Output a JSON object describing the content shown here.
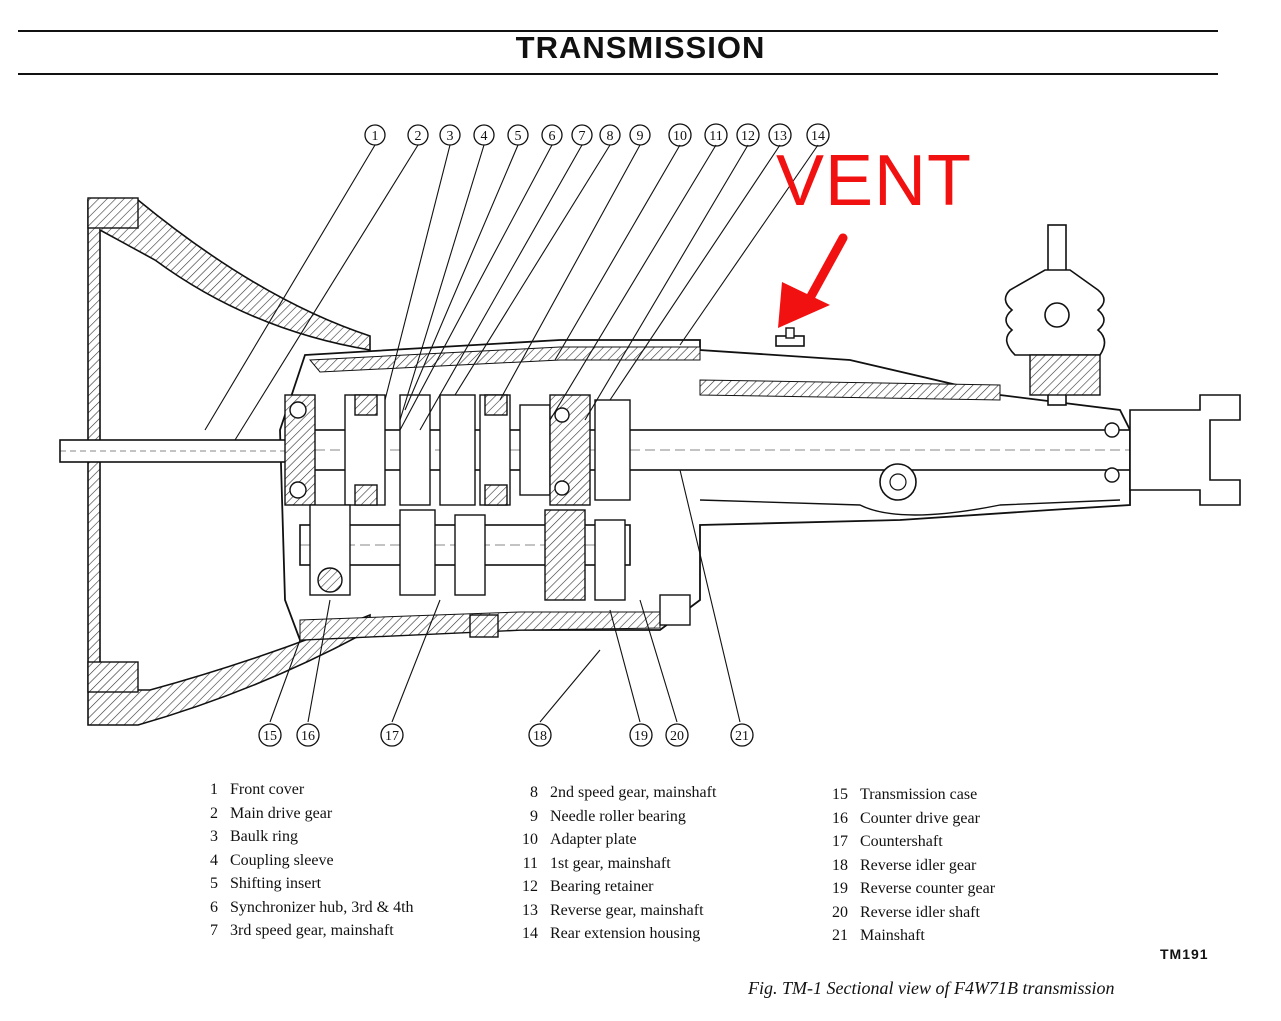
{
  "header": {
    "title": "TRANSMISSION"
  },
  "annotation": {
    "vent_label": "VENT",
    "arrow_color": "#f21111"
  },
  "callouts": {
    "top": [
      "1",
      "2",
      "3",
      "4",
      "5",
      "6",
      "7",
      "8",
      "9",
      "10",
      "11",
      "12",
      "13",
      "14"
    ],
    "bottom": [
      "15",
      "16",
      "17",
      "18",
      "19",
      "20",
      "21"
    ]
  },
  "legend": {
    "col1": [
      {
        "num": "1",
        "label": "Front cover"
      },
      {
        "num": "2",
        "label": "Main drive gear"
      },
      {
        "num": "3",
        "label": "Baulk ring"
      },
      {
        "num": "4",
        "label": "Coupling sleeve"
      },
      {
        "num": "5",
        "label": "Shifting insert"
      },
      {
        "num": "6",
        "label": "Synchronizer hub, 3rd & 4th"
      },
      {
        "num": "7",
        "label": "3rd speed gear, mainshaft"
      }
    ],
    "col2": [
      {
        "num": "8",
        "label": "2nd speed gear, mainshaft"
      },
      {
        "num": "9",
        "label": "Needle roller bearing"
      },
      {
        "num": "10",
        "label": "Adapter plate"
      },
      {
        "num": "11",
        "label": "1st gear, mainshaft"
      },
      {
        "num": "12",
        "label": "Bearing retainer"
      },
      {
        "num": "13",
        "label": "Reverse gear, mainshaft"
      },
      {
        "num": "14",
        "label": "Rear extension housing"
      }
    ],
    "col3": [
      {
        "num": "15",
        "label": "Transmission case"
      },
      {
        "num": "16",
        "label": "Counter drive gear"
      },
      {
        "num": "17",
        "label": "Countershaft"
      },
      {
        "num": "18",
        "label": "Reverse idler gear"
      },
      {
        "num": "19",
        "label": "Reverse counter gear"
      },
      {
        "num": "20",
        "label": "Reverse idler shaft"
      },
      {
        "num": "21",
        "label": "Mainshaft"
      }
    ]
  },
  "figure": {
    "code": "TM191",
    "caption": "Fig. TM-1  Sectional view of F4W71B transmission"
  }
}
